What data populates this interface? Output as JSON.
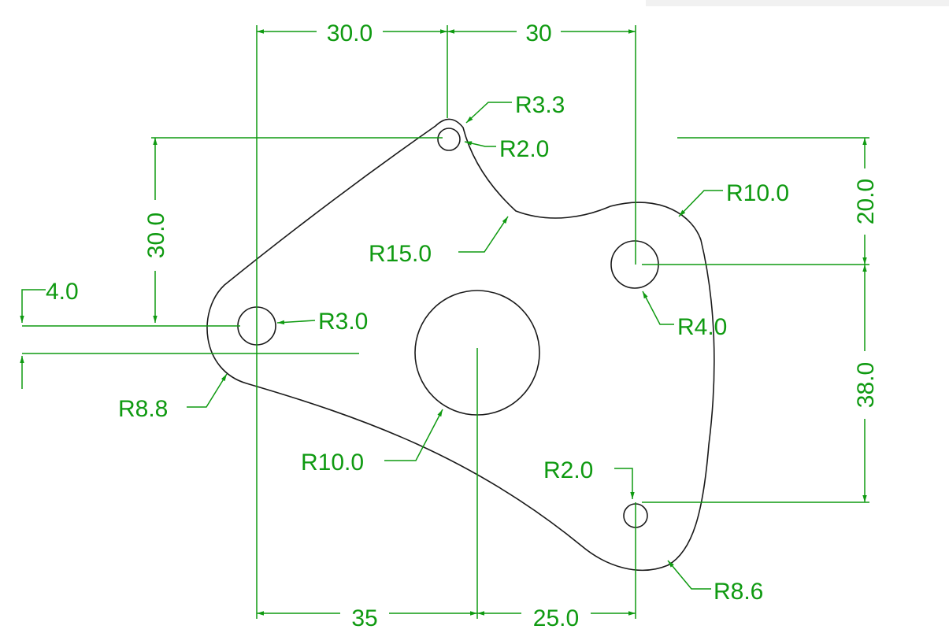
{
  "drawing": {
    "dim_color": "#0f9a11",
    "outline_color": "#1a1a1a",
    "labels": {
      "top_left_30_0": "30.0",
      "top_right_30": "30",
      "left_30_0": "30.0",
      "left_4_0": "4.0",
      "right_20_0": "20.0",
      "right_38_0": "38.0",
      "bottom_35": "35",
      "bottom_25_0": "25.0",
      "r3_3": "R3.3",
      "r2_0_top": "R2.0",
      "r10_0_right": "R10.0",
      "r15_0": "R15.0",
      "r4_0": "R4.0",
      "r3_0": "R3.0",
      "r8_8": "R8.8",
      "r10_0_center": "R10.0",
      "r2_0_bottom": "R2.0",
      "r8_6": "R8.6"
    }
  }
}
